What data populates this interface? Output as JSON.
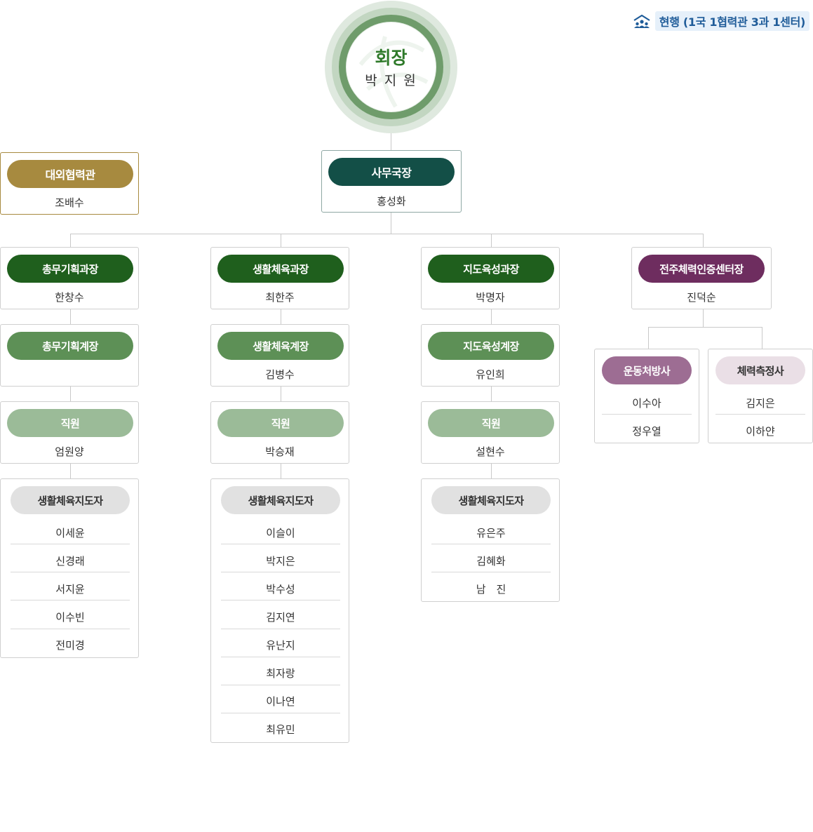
{
  "tag": {
    "text": "현행 (1국 1협력관 3과 1센터)"
  },
  "president": {
    "title": "회장",
    "name": "박 지 원"
  },
  "external": {
    "title": "대외협력관",
    "name": "조배수"
  },
  "secretary": {
    "title": "사무국장",
    "name": "홍성화"
  },
  "col1": {
    "head_title": "총무기획과장",
    "head_name": "한창수",
    "team_title": "총무기획계장",
    "team_name": "",
    "staff_title": "직원",
    "staff_name": "엄원양",
    "instr_title": "생활체육지도자",
    "instructors": [
      "이세윤",
      "신경래",
      "서지윤",
      "이수빈",
      "전미경"
    ]
  },
  "col2": {
    "head_title": "생활체육과장",
    "head_name": "최한주",
    "team_title": "생활체육계장",
    "team_name": "김병수",
    "staff_title": "직원",
    "staff_name": "박승재",
    "instr_title": "생활체육지도자",
    "instructors": [
      "이슬이",
      "박지은",
      "박수성",
      "김지연",
      "유난지",
      "최자랑",
      "이나연",
      "최유민"
    ]
  },
  "col3": {
    "head_title": "지도육성과장",
    "head_name": "박명자",
    "team_title": "지도육성계장",
    "team_name": "유인희",
    "staff_title": "직원",
    "staff_name": "설현수",
    "instr_title": "생활체육지도자",
    "instructors": [
      "유은주",
      "김혜화",
      "남　진"
    ]
  },
  "col4": {
    "head_title": "전주체력인증센터장",
    "head_name": "진덕순",
    "sub1_title": "운동처방사",
    "sub1_names": [
      "이수아",
      "정우열"
    ],
    "sub2_title": "체력측정사",
    "sub2_names": [
      "김지은",
      "이하얀"
    ]
  },
  "colors": {
    "president_green": "#2f7a2a",
    "secretary": "#134f47",
    "external": "#a78a3f",
    "head": "#1f5f1d",
    "team": "#5d9056",
    "staff": "#9bbb98",
    "instr": "#e1e1e1",
    "center": "#6e2d5f",
    "sub1": "#9d6d93",
    "sub2": "#eadfe6",
    "tag_blue": "#1f5c99"
  }
}
